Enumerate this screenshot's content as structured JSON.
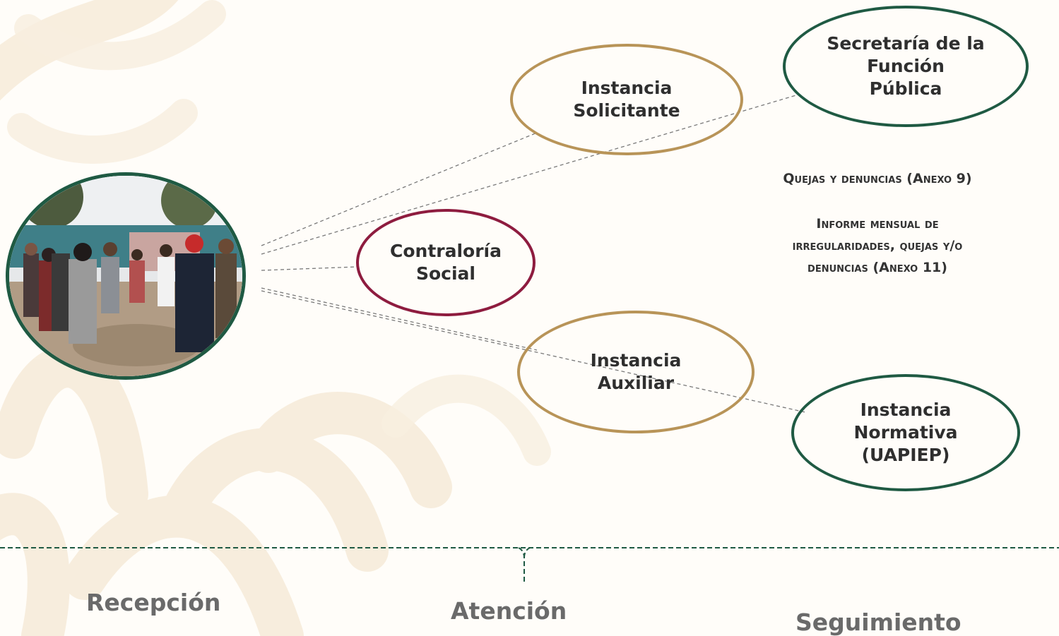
{
  "nodes": {
    "instancia_solicitante": "Instancia\nSolicitante",
    "secretaria_funcion_publica": "Secretaría de la\nFunción\nPública",
    "contraloria_social": "Contraloría\nSocial",
    "instancia_auxiliar": "Instancia\nAuxiliar",
    "instancia_normativa": "Instancia\nNormativa\n(UAPIEP)"
  },
  "notes": {
    "quejas": "Quejas y denuncias (Anexo 9)",
    "informe": "Informe mensual de\nirregularidades, quejas y/o\ndenuncias (Anexo 11)"
  },
  "stages": {
    "recepcion": "Recepción",
    "atencion": "Atención",
    "seguimiento": "Seguimiento"
  },
  "colors": {
    "gold": "#b89458",
    "green": "#1f5a43",
    "wine": "#8e1c3f",
    "divider": "#1f5a43"
  }
}
